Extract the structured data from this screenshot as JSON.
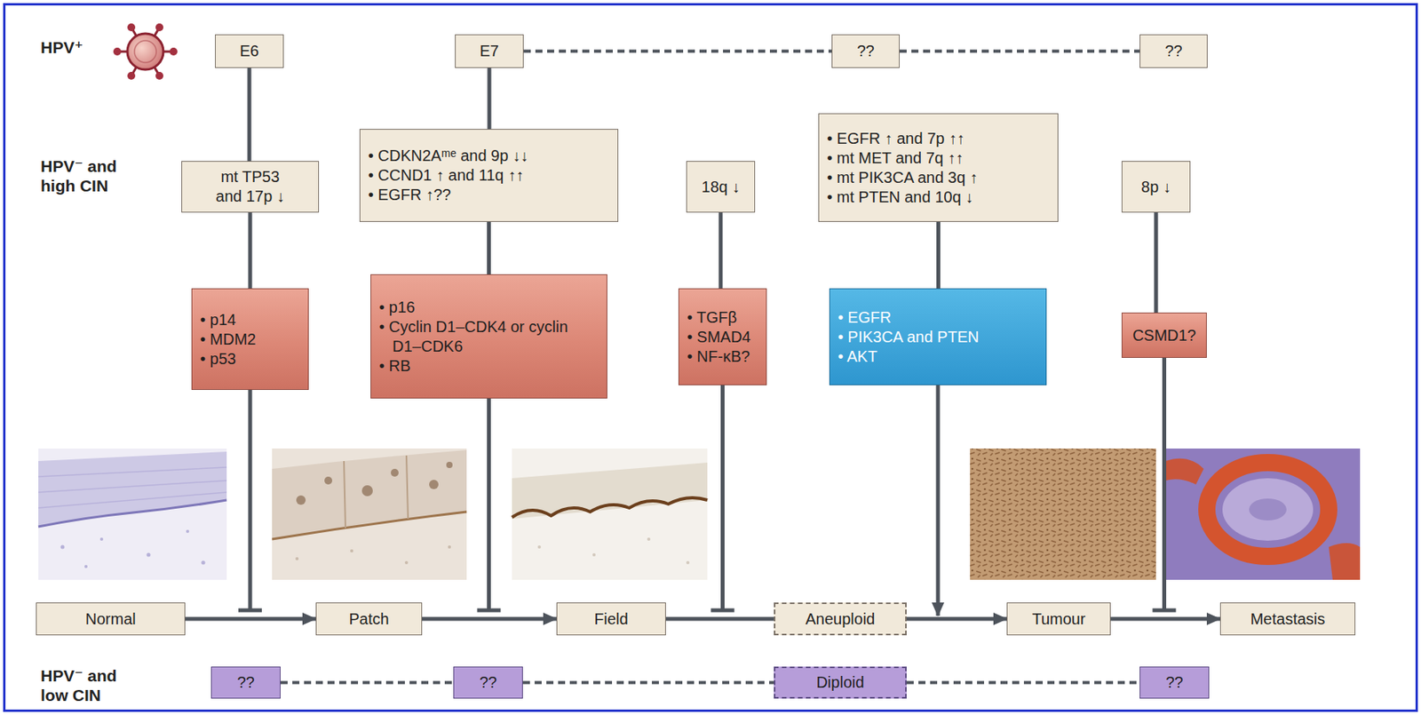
{
  "diagram": {
    "nodes": [
      {
        "text": [
          "E6"
        ]
      },
      {
        "text": [
          "E7"
        ]
      },
      {
        "text": [
          "??"
        ]
      },
      {
        "text": [
          "??"
        ]
      },
      {
        "text": [
          "mt TP53 and 17p ↓"
        ]
      },
      {
        "text": [
          "• CDKN2Aᵐᵉ and 9p ↓↓",
          "• CCND1 ↑ and 11q ↑↑",
          "• EGFR ↑??"
        ]
      },
      {
        "text": [
          "18q ↓"
        ]
      },
      {
        "text": [
          "• EGFR ↑ and 7p ↑↑",
          "• mt MET and 7q ↑↑",
          "• mt PIK3CA and 3q ↑",
          "• mt PTEN and 10q ↓"
        ]
      },
      {
        "text": [
          "8p ↓"
        ]
      },
      {
        "text": [
          "• p14",
          "• MDM2",
          "• p53"
        ]
      },
      {
        "text": [
          "• p16",
          "• Cyclin D1–CDK4 or cyclin D1–CDK6",
          "• RB"
        ]
      },
      {
        "text": [
          "• TGFβ",
          "• SMAD4",
          "• NF-κB?"
        ]
      },
      {
        "text": [
          "• EGFR",
          "• PIK3CA and PTEN",
          "• AKT"
        ]
      },
      {
        "text": [
          "CSMD1?"
        ]
      },
      {
        "text": [
          "Normal"
        ]
      },
      {
        "text": [
          "Patch"
        ]
      },
      {
        "text": [
          "Field"
        ]
      },
      {
        "text": [
          "Aneuploid"
        ]
      },
      {
        "text": [
          "Tumour"
        ]
      },
      {
        "text": [
          "Metastasis"
        ]
      },
      {
        "text": [
          "??"
        ]
      },
      {
        "text": [
          "??"
        ]
      },
      {
        "text": [
          "Diploid"
        ]
      },
      {
        "text": [
          "??"
        ]
      }
    ],
    "edges": [
      {
        "from": 0,
        "to": 4,
        "arrow": "none"
      },
      {
        "from": 4,
        "to": 9,
        "arrow": "none"
      },
      {
        "from": 1,
        "to": 5,
        "arrow": "none"
      },
      {
        "from": 5,
        "to": 10,
        "arrow": "none"
      },
      {
        "from": 6,
        "to": 11,
        "arrow": "none"
      },
      {
        "from": 7,
        "to": 12,
        "arrow": "none"
      },
      {
        "from": 8,
        "to": 13,
        "arrow": "none"
      },
      {
        "from": 1,
        "to": 2,
        "arrow": "none"
      },
      {
        "from": 2,
        "to": 3,
        "arrow": "none"
      },
      {
        "from": 14,
        "to": 15,
        "arrow": "to"
      },
      {
        "from": 15,
        "to": 16,
        "arrow": "to"
      },
      {
        "from": 16,
        "to": 17,
        "arrow": "none"
      },
      {
        "from": 17,
        "to": 18,
        "arrow": "to"
      },
      {
        "from": 18,
        "to": 19,
        "arrow": "to"
      },
      {
        "from": 20,
        "to": 21,
        "arrow": "none"
      },
      {
        "from": 21,
        "to": 22,
        "arrow": "none"
      },
      {
        "from": 22,
        "to": 23,
        "arrow": "none"
      }
    ],
    "labels": [
      "HPV⁺",
      "HPV⁻ and high CIN",
      "HPV⁻ and low CIN"
    ]
  }
}
